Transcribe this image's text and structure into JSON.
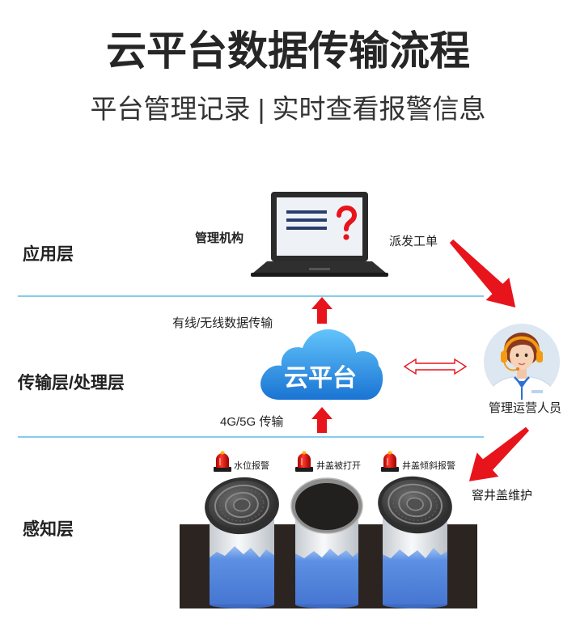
{
  "title": "云平台数据传输流程",
  "subtitle": "平台管理记录 | 实时查看报警信息",
  "layers": {
    "application": "应用层",
    "transport": "传输层/处理层",
    "perception": "感知层"
  },
  "nodes": {
    "management_org": "管理机构",
    "cloud": "云平台",
    "operator": "管理运营人员"
  },
  "flows": {
    "dispatch_order": "派发工单",
    "wired_wireless": "有线/无线数据传输",
    "network": "4G/5G 传输",
    "maintenance": "窨井盖维护"
  },
  "alarms": [
    {
      "label": "水位报警",
      "icon": "alarm-light-icon"
    },
    {
      "label": "井盖被打开",
      "icon": "alarm-light-icon"
    },
    {
      "label": "井盖倾斜报警",
      "icon": "alarm-light-icon"
    }
  ],
  "icons": {
    "management": "laptop-icon",
    "cloud": "cloud-icon",
    "operator": "customer-service-avatar-icon",
    "manhole": "manhole-cover-icon"
  },
  "colors": {
    "title": "#262626",
    "accent_red": "#e8141c",
    "layer_line": "#5cbbe6",
    "cloud_blue": "#2a8ce6",
    "ground": "#2b2421",
    "water": "#5b8fe2"
  }
}
